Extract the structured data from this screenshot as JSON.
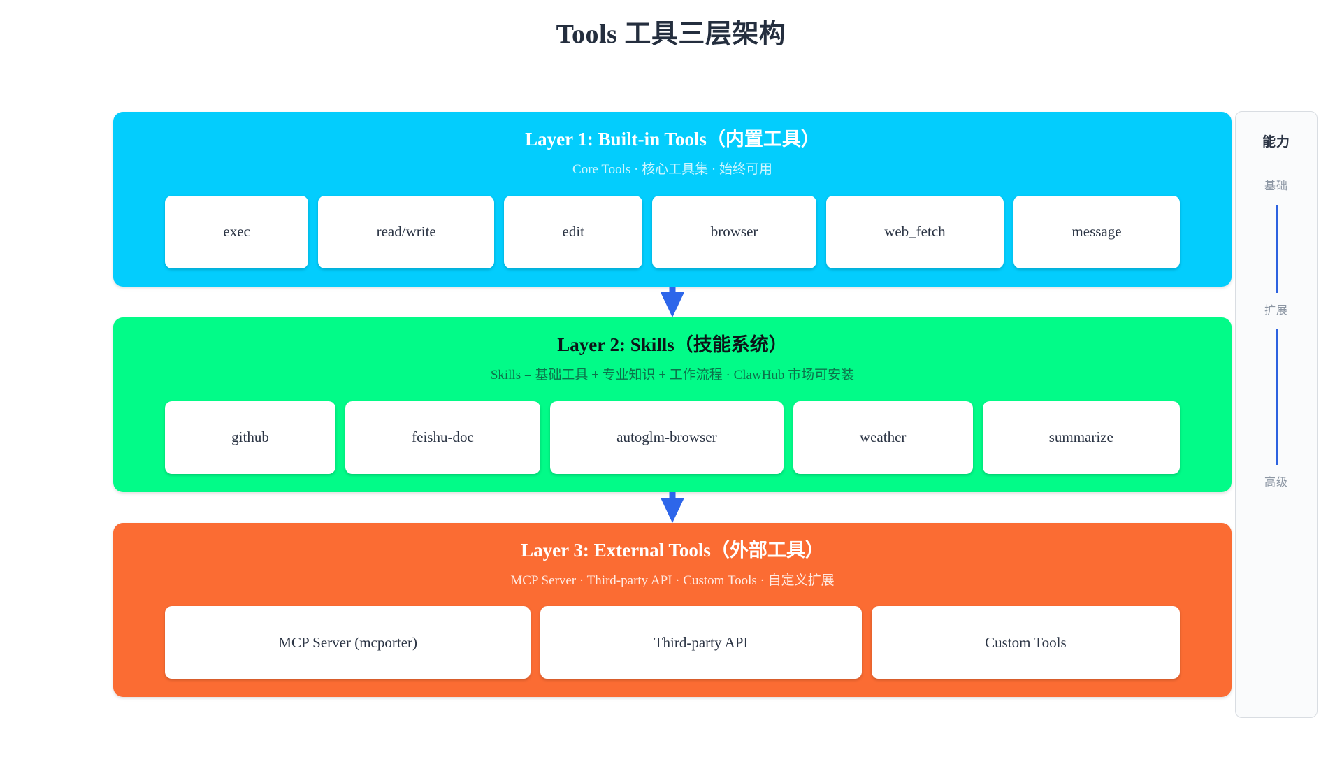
{
  "title": "Tools 工具三层架构",
  "layers": [
    {
      "id": "layer-1",
      "title": "Layer 1: Built-in Tools（内置工具）",
      "subtitle": "Core Tools · 核心工具集 · 始终可用",
      "color": "#03cdfd",
      "tools": [
        {
          "label": "exec"
        },
        {
          "label": "read/write"
        },
        {
          "label": "edit"
        },
        {
          "label": "browser"
        },
        {
          "label": "web_fetch"
        },
        {
          "label": "message"
        }
      ]
    },
    {
      "id": "layer-2",
      "title": "Layer 2: Skills（技能系统）",
      "subtitle": "Skills = 基础工具 + 专业知识 + 工作流程 · ClawHub 市场可安装",
      "color": "#02fb88",
      "tools": [
        {
          "label": "github"
        },
        {
          "label": "feishu-doc"
        },
        {
          "label": "autoglm-browser"
        },
        {
          "label": "weather"
        },
        {
          "label": "summarize"
        }
      ]
    },
    {
      "id": "layer-3",
      "title": "Layer 3: External Tools（外部工具）",
      "subtitle": "MCP Server · Third-party API · Custom Tools · 自定义扩展",
      "color": "#fb6c33",
      "tools": [
        {
          "label": "MCP Server (mcporter)"
        },
        {
          "label": "Third-party API"
        },
        {
          "label": "Custom Tools"
        }
      ]
    }
  ],
  "arrows": {
    "color": "#2d66ea",
    "direction": "down"
  },
  "rail": {
    "title": "能力",
    "line_color": "#2d62e0",
    "levels": [
      {
        "label": "基础"
      },
      {
        "label": "扩展"
      },
      {
        "label": "高级"
      }
    ]
  }
}
